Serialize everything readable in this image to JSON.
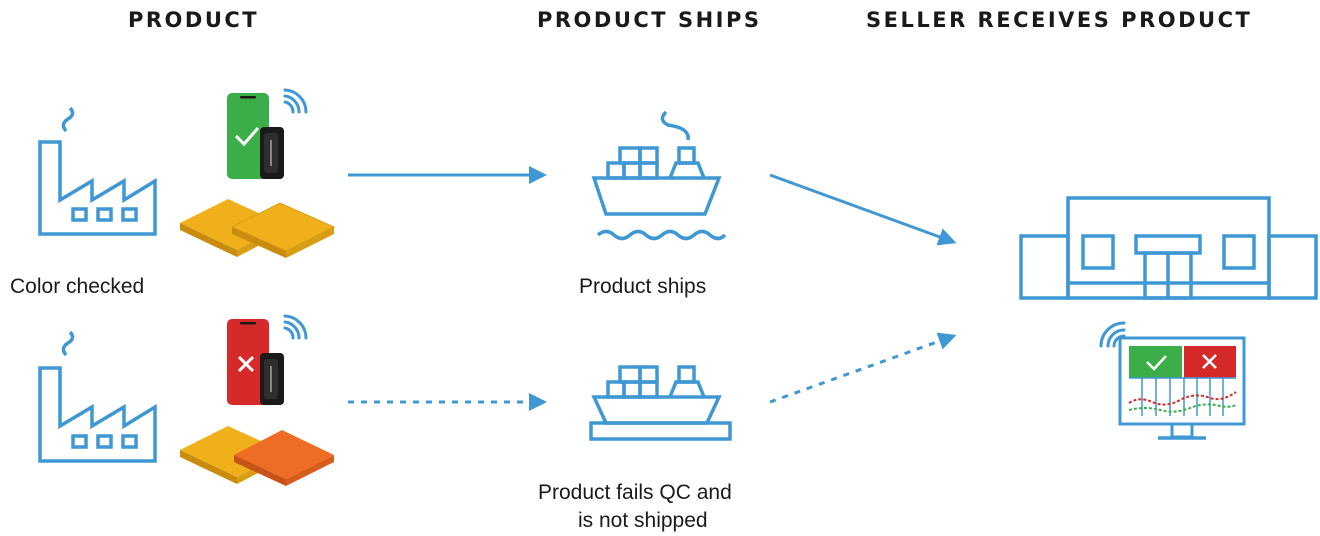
{
  "headers": {
    "product": "PRODUCT",
    "ships": "PRODUCT SHIPS",
    "seller": "SELLER RECEIVES PRODUCT"
  },
  "captions": {
    "color_checked": "Color checked",
    "product_ships": "Product ships",
    "fails_line1": "Product fails QC and",
    "fails_line2": "is not shipped"
  },
  "colors": {
    "line_blue": "#3f98d4",
    "pass_green": "#3cae49",
    "fail_red": "#d62a2a",
    "swatch_yellow": "#f0b01c",
    "swatch_orange": "#ee6d24",
    "device_black": "#1a1a1a"
  },
  "icons": [
    "factory-icon",
    "phone-pass-icon",
    "phone-fail-icon",
    "colorimeter-icon",
    "wifi-signal-icon",
    "color-swatch-icon",
    "cargo-ship-icon",
    "cargo-ship-docked-icon",
    "storefront-icon",
    "monitor-dashboard-icon"
  ]
}
